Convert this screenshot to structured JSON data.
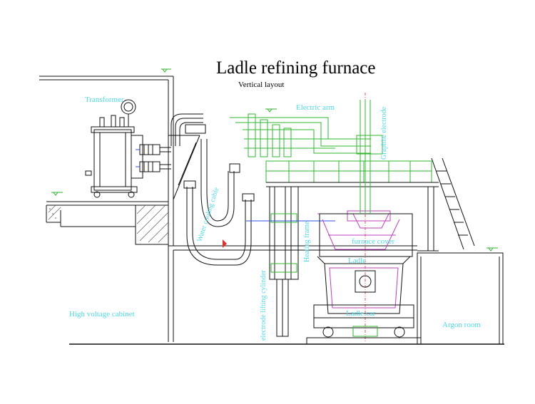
{
  "title": "Ladle refining furnace",
  "subtitle": "Vertical layout",
  "labels": {
    "transformer": "Transformer",
    "electric_arm": "Electric arm",
    "graphite_electrode": "Graphite electrode",
    "water_cooling_cable": "Water cooling cable",
    "heating_frame": "Heating frame",
    "furnace_cover": "furnace cover",
    "ladle": "Ladle",
    "ladle_car": "Ladle car",
    "electrode_lifting_cylinder": "electrode lifting cylinder",
    "high_voltage_cabinet": "High voltage cabinet",
    "argon_room": "Argon room"
  },
  "colors": {
    "label": "#4fd8e8",
    "structure": "#111111",
    "platform": "#2eb82e",
    "ladle": "#c040c0",
    "centerline": "#e03030"
  }
}
